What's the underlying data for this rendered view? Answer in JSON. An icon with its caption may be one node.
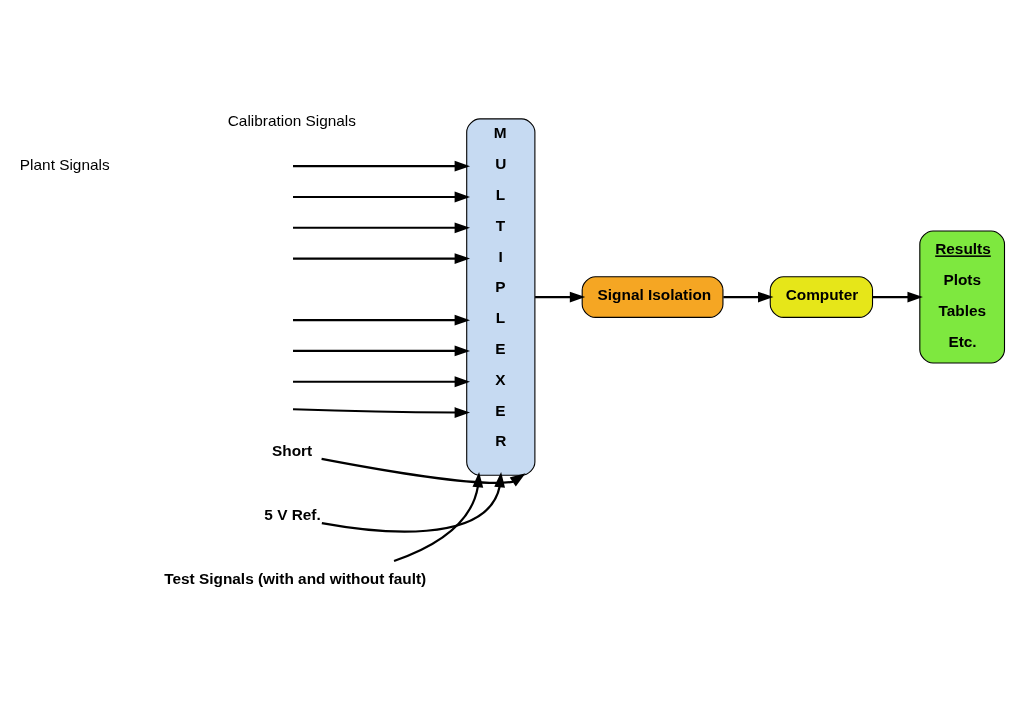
{
  "diagram": {
    "nodes": [
      {
        "text": [
          "M U L T I P L E X E R"
        ]
      },
      {
        "text": [
          "Signal Isolation"
        ]
      },
      {
        "text": [
          "Computer"
        ]
      },
      {
        "text": [
          "Results",
          "Plots",
          "Tables",
          "Etc."
        ]
      },
      {
        "text": [
          "Short"
        ]
      },
      {
        "text": [
          "5 V Ref."
        ]
      },
      {
        "text": [
          "Test Signals (with and without fault)"
        ]
      }
    ],
    "edges": [
      {
        "from": null,
        "to": 0,
        "arrow": "to"
      },
      {
        "from": null,
        "to": 0,
        "arrow": "to"
      },
      {
        "from": null,
        "to": 0,
        "arrow": "to"
      },
      {
        "from": null,
        "to": 0,
        "arrow": "to"
      },
      {
        "from": null,
        "to": 0,
        "arrow": "to"
      },
      {
        "from": null,
        "to": 0,
        "arrow": "to"
      },
      {
        "from": null,
        "to": 0,
        "arrow": "to"
      },
      {
        "from": null,
        "to": 0,
        "arrow": "to"
      },
      {
        "from": 0,
        "to": 1,
        "arrow": "to"
      },
      {
        "from": 1,
        "to": 2,
        "arrow": "to"
      },
      {
        "from": 2,
        "to": 3,
        "arrow": "to"
      },
      {
        "from": 4,
        "to": 0,
        "arrow": "to"
      },
      {
        "from": 5,
        "to": 0,
        "arrow": "to"
      },
      {
        "from": 6,
        "to": 0,
        "arrow": "to"
      }
    ],
    "labels": [
      "Plant Signals",
      "Calibration Signals"
    ]
  }
}
